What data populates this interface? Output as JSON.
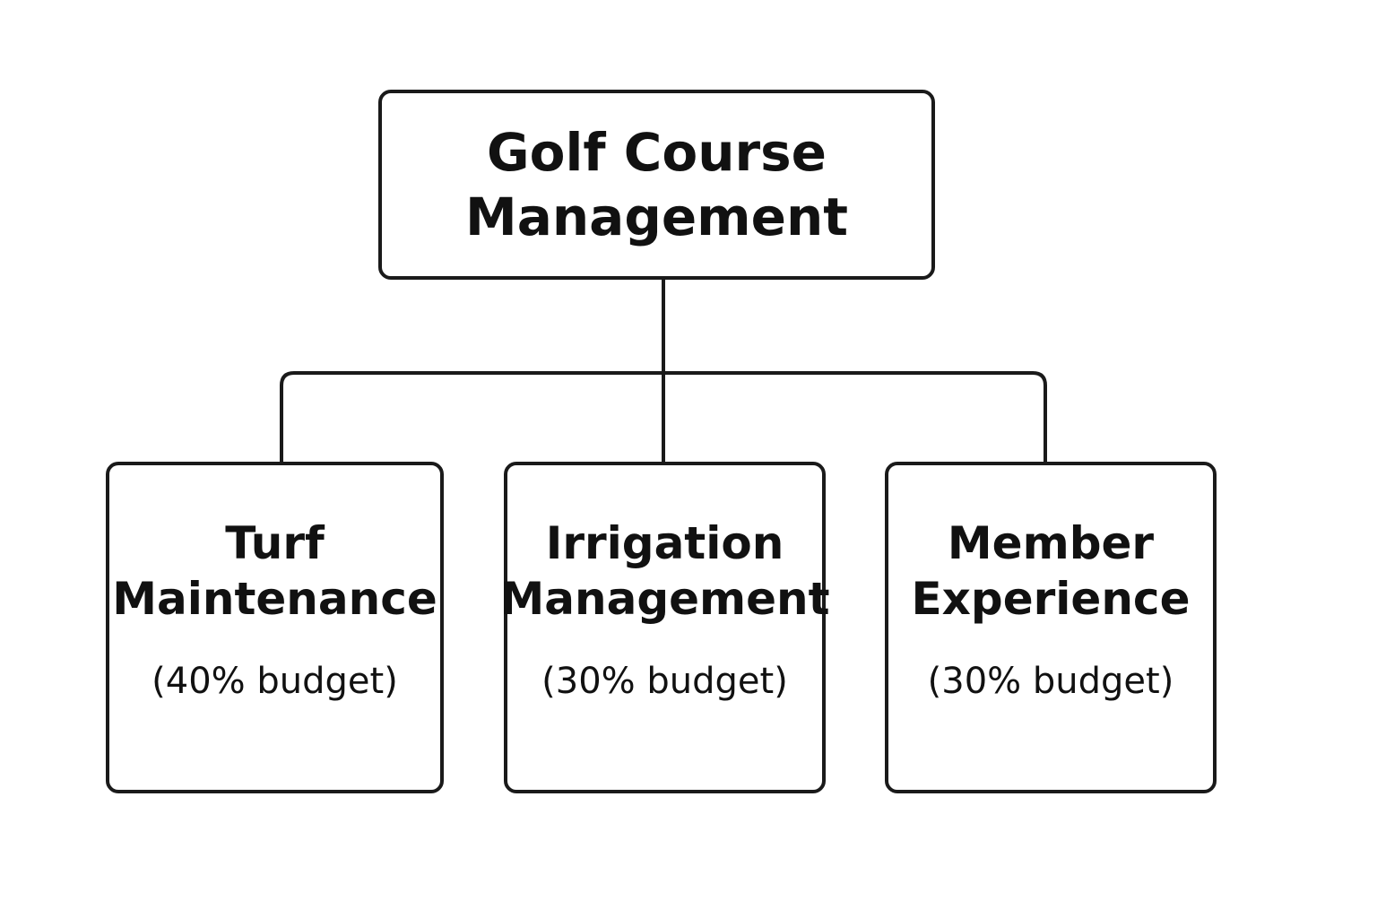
{
  "root": {
    "title_line1": "Golf Course",
    "title_line2": "Management"
  },
  "children": [
    {
      "label_line1": "Turf",
      "label_line2": "Maintenance",
      "budget": "(40% budget)"
    },
    {
      "label_line1": "Irrigation",
      "label_line2": "Management",
      "budget": "(30% budget)"
    },
    {
      "label_line1": "Member",
      "label_line2": "Experience",
      "budget": "(30% budget)"
    }
  ],
  "colors": {
    "stroke": "#1a1a1a",
    "background": "#ffffff"
  }
}
